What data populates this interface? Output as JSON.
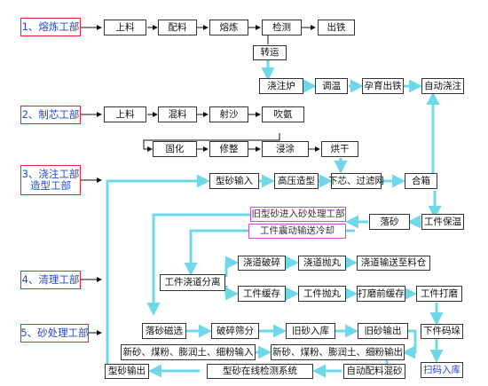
{
  "sections": {
    "s1": "1、熔炼工部",
    "s2": "2、制芯工部",
    "s3_line1": "3、浇注工部",
    "s3_line2": "造型工部",
    "s4": "4、清理工部",
    "s5": "5、砂处理工部"
  },
  "row1": [
    "上料",
    "配料",
    "熔炼",
    "检测",
    "出铁"
  ],
  "row2": [
    "转运"
  ],
  "row3": [
    "浇注炉",
    "调温",
    "孕育出铁",
    "自动浇注"
  ],
  "row4": [
    "上料",
    "混料",
    "射沙",
    "吹氨"
  ],
  "row5": [
    "固化",
    "修整",
    "浸涂",
    "烘干"
  ],
  "row6": [
    "型砂输入",
    "高压造型",
    "下芯、过滤网",
    "合箱"
  ],
  "row7": {
    "old_sand": "旧型砂进入砂处理工部",
    "shakeout": "落砂",
    "keep_warm": "工件保温",
    "vibrate": "工件震动输送冷却"
  },
  "clean": {
    "separate": "工件浇道分离",
    "runner_crush": "浇道破碎",
    "runner_shot": "浇道抛丸",
    "runner_to_bin": "浇道输送至料仓",
    "buffer": "工件缓存",
    "part_shot": "工件抛丸",
    "pre_grind_buffer": "打磨前缓存",
    "grind": "工件打磨",
    "stack": "下件码垛",
    "store": "扫码入库"
  },
  "sand": {
    "magnet": "落砂磁选",
    "crush_screen": "破碎筛分",
    "old_sand_in": "旧砂入库",
    "old_sand_out": "旧砂输出",
    "new_input_left": "新砂、煤粉、膨润土、细粉输入",
    "new_input_right": "新砂、煤粉、膨润土、细粉输出",
    "auto_mix": "自动配料混砂",
    "online_test": "型砂在线检测系统",
    "sand_out": "型砂输出"
  },
  "colors": {
    "arrow": "#6fd8e8",
    "black": "#111",
    "section_border": "#e23",
    "section_text": "#2548c8",
    "pink": "#d24bd2"
  }
}
